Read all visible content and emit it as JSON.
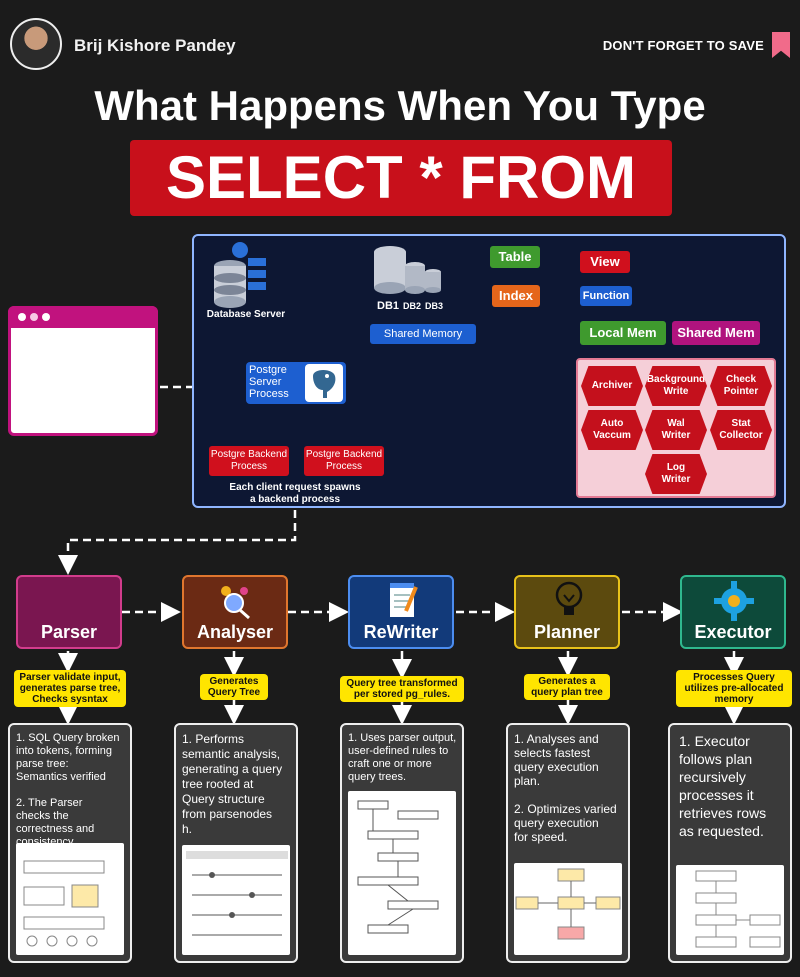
{
  "header": {
    "author": "Brij Kishore Pandey",
    "save": "DON'T FORGET TO SAVE"
  },
  "title": {
    "line1": "What Happens When You Type",
    "line2": "SELECT * FROM"
  },
  "server": {
    "database_server": "Database Server",
    "dbs": [
      "DB1",
      "DB2",
      "DB3"
    ],
    "table": "Table",
    "index": "Index",
    "view": "View",
    "function": "Function",
    "shared_memory": "Shared Memory",
    "local_mem": "Local Mem",
    "shared_mem": "Shared Mem",
    "postgre_server": "Postgre\nServer\nProcess",
    "backend1": "Postgre Backend\nProcess",
    "backend2": "Postgre Backend\nProcess",
    "spawn_note": "Each client request spawns\na backend process",
    "processes": [
      "Archiver",
      "Background\nWrite",
      "Check\nPointer",
      "Auto\nVaccum",
      "Wal\nWriter",
      "Stat\nCollector",
      "Log\nWriter"
    ]
  },
  "stages": [
    {
      "name": "Parser",
      "note": "Parser validate input,\ngenerates parse tree,\nChecks sysntax",
      "card": "1. SQL Query broken\ninto tokens, forming\nparse tree:\nSemantics verified\n\n2. The Parser\nchecks the\ncorrectness and\nconsistency"
    },
    {
      "name": "Analyser",
      "note": "Generates\nQuery Tree",
      "card": "1. Performs\nsemantic analysis,\ngenerating a query\ntree rooted at\nQuery structure\nfrom parsenodes\nh."
    },
    {
      "name": "ReWriter",
      "note": "Query tree transformed\nper stored pg_rules.",
      "card": "1. Uses parser output,\nuser-defined rules to\ncraft one or more\nquery trees."
    },
    {
      "name": "Planner",
      "note": "Generates a\nquery plan tree",
      "card": "1. Analyses and\nselects fastest\nquery execution\nplan.\n\n2. Optimizes varied\nquery execution\nfor speed."
    },
    {
      "name": "Executor",
      "note": "Processes Query\nutilizes pre-allocated\nmemory",
      "card": "1. Executor\nfollows plan\nrecursively\nprocesses it\nretrieves rows\nas requested."
    }
  ],
  "colors": {
    "parser": "#7a1650",
    "analyser": "#6b2a14",
    "rewriter": "#123a7a",
    "planner": "#5c4a0e",
    "executor": "#0d4a3a",
    "accent_red": "#c8101b",
    "note_yellow": "#ffe500"
  },
  "icons": [
    "database-server-icon",
    "postgres-elephant-icon",
    "search-magnifier-icon",
    "notepad-pencil-icon",
    "light-bulb-icon",
    "gear-icon",
    "bookmark-icon"
  ]
}
